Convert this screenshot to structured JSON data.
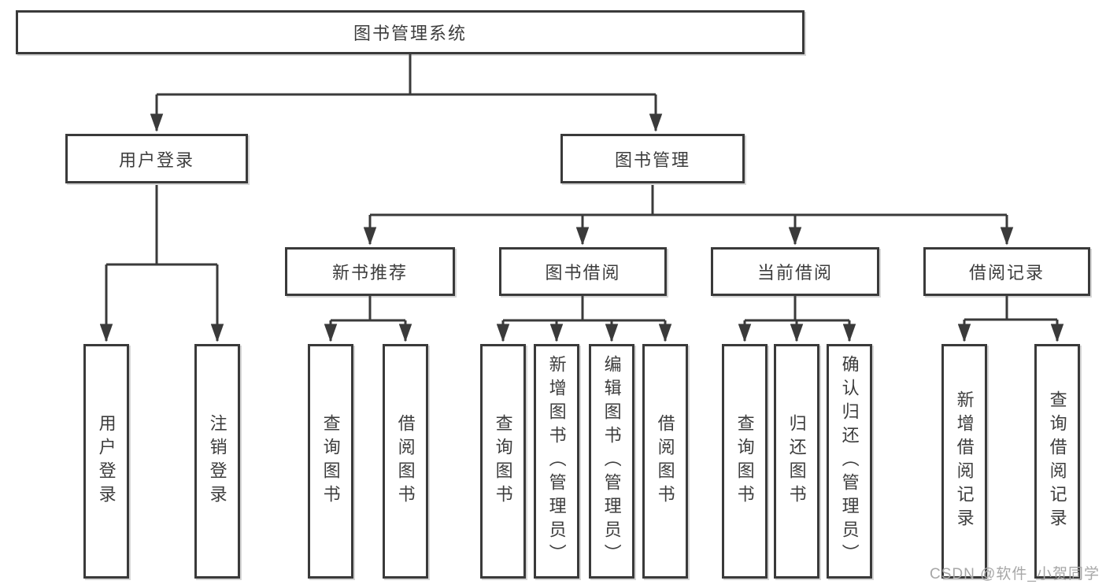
{
  "diagram_type": "tree",
  "colors": {
    "background": "#ffffff",
    "box_border": "#3a3a3a",
    "connector_line": "#3a3a3a",
    "text": "#3d3d3d",
    "watermark": "#a7a7a7"
  },
  "tree": {
    "label": "图书管理系统",
    "children": [
      {
        "label": "用户登录",
        "children": [
          {
            "label": "用户登录"
          },
          {
            "label": "注销登录"
          }
        ]
      },
      {
        "label": "图书管理",
        "children": [
          {
            "label": "新书推荐",
            "children": [
              {
                "label": "查询图书"
              },
              {
                "label": "借阅图书"
              }
            ]
          },
          {
            "label": "图书借阅",
            "children": [
              {
                "label": "查询图书"
              },
              {
                "label": "新增图书（管理员）"
              },
              {
                "label": "编辑图书（管理员）"
              },
              {
                "label": "借阅图书"
              }
            ]
          },
          {
            "label": "当前借阅",
            "children": [
              {
                "label": "查询图书"
              },
              {
                "label": "归还图书"
              },
              {
                "label": "确认归还（管理员）"
              }
            ]
          },
          {
            "label": "借阅记录",
            "children": [
              {
                "label": "新增借阅记录"
              },
              {
                "label": "查询借阅记录"
              }
            ]
          }
        ]
      }
    ]
  },
  "watermark": {
    "text": "CSDN @软件_小贺同学"
  }
}
